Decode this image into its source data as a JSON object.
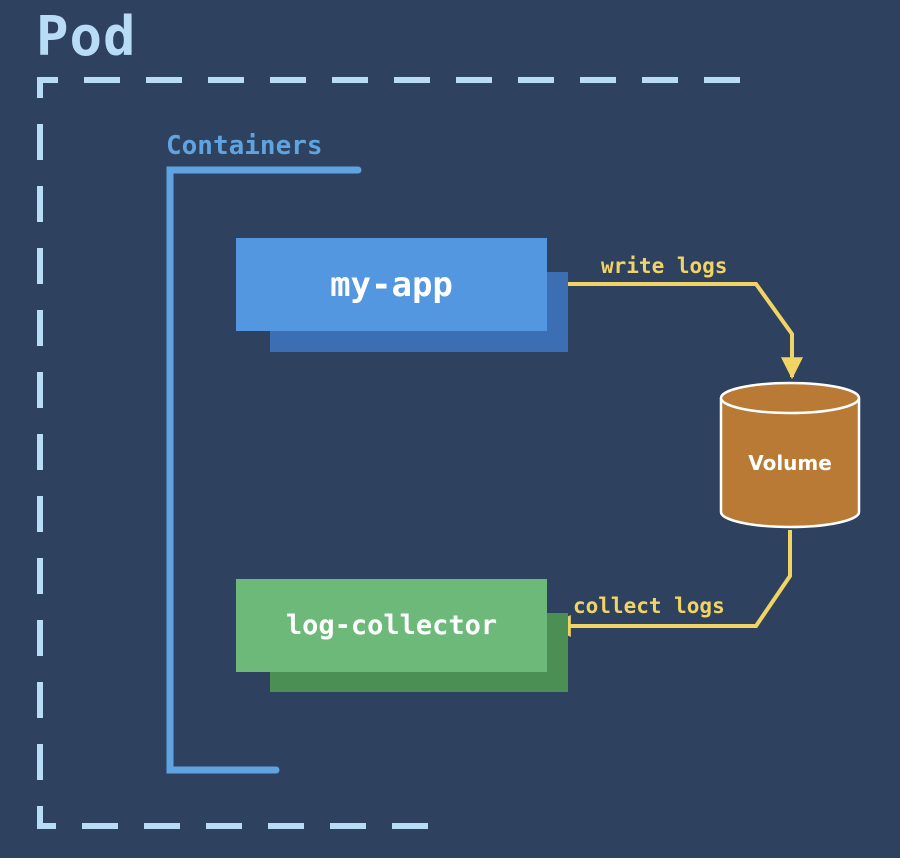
{
  "pod": {
    "title": "Pod"
  },
  "containers": {
    "label": "Containers",
    "items": [
      {
        "name": "my-app",
        "color": "#5397e0",
        "shadow_color": "#3b6eb3"
      },
      {
        "name": "log-collector",
        "color": "#6cb97a",
        "shadow_color": "#4b8f55"
      }
    ]
  },
  "volume": {
    "label": "Volume",
    "color": "#b87a34"
  },
  "edges": [
    {
      "from": "my-app",
      "to": "Volume",
      "label": "write logs"
    },
    {
      "from": "Volume",
      "to": "log-collector",
      "label": "collect logs"
    }
  ],
  "colors": {
    "background": "#2e4260",
    "pod_border": "#b9dcf6",
    "containers_bracket": "#5fa4e0",
    "arrow": "#f2d464"
  }
}
